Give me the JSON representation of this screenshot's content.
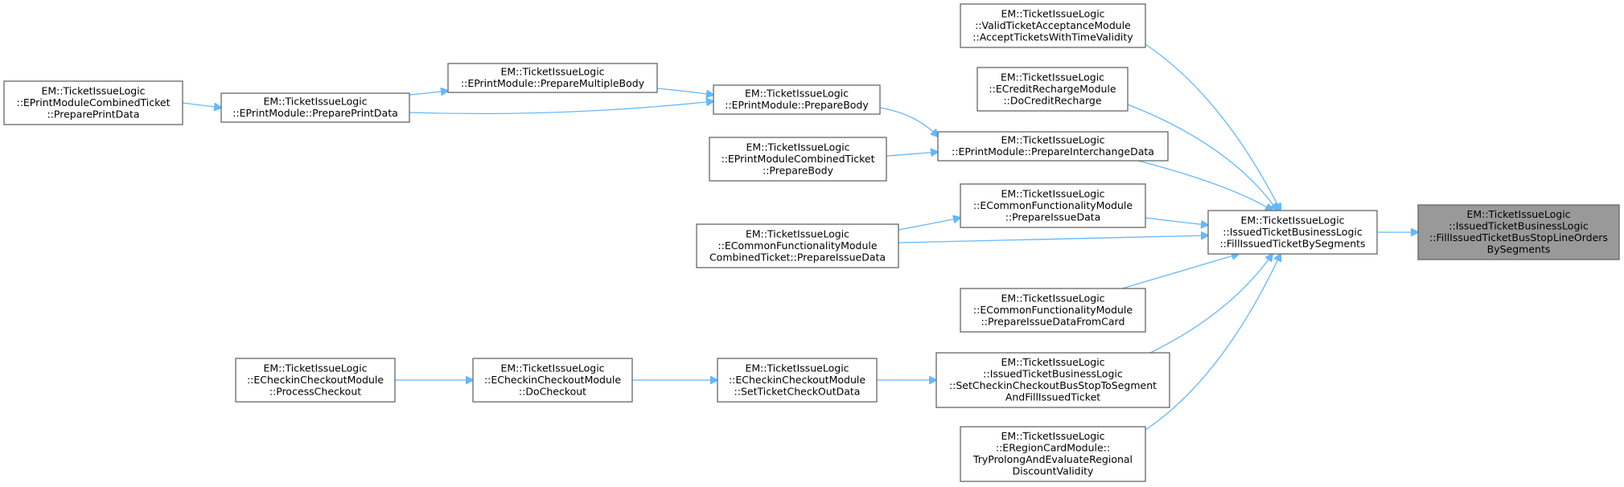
{
  "nodes": {
    "root": [
      "EM::TicketIssueLogic",
      "::IssuedTicketBusinessLogic",
      "::FillIssuedTicketBusStopLineOrders",
      "BySegments"
    ],
    "fill_by_segments": [
      "EM::TicketIssueLogic",
      "::IssuedTicketBusinessLogic",
      "::FillIssuedTicketBySegments"
    ],
    "accept_tickets": [
      "EM::TicketIssueLogic",
      "::ValidTicketAcceptanceModule",
      "::AcceptTicketsWithTimeValidity"
    ],
    "credit_recharge": [
      "EM::TicketIssueLogic",
      "::ECreditRechargeModule",
      "::DoCreditRecharge"
    ],
    "prepare_interchange": [
      "EM::TicketIssueLogic",
      "::EPrintModule::PrepareInterchangeData"
    ],
    "common_prepare_issue": [
      "EM::TicketIssueLogic",
      "::ECommonFunctionalityModule",
      "::PrepareIssueData"
    ],
    "common_prepare_issue_card": [
      "EM::TicketIssueLogic",
      "::ECommonFunctionalityModule",
      "::PrepareIssueDataFromCard"
    ],
    "set_checkin_busstop": [
      "EM::TicketIssueLogic",
      "::IssuedTicketBusinessLogic",
      "::SetCheckinCheckoutBusStopToSegment",
      "AndFillIssuedTicket"
    ],
    "region_card": [
      "EM::TicketIssueLogic",
      "::ERegionCardModule::",
      "TryProlongAndEvaluateRegional",
      "DiscountValidity"
    ],
    "print_prepare_body": [
      "EM::TicketIssueLogic",
      "::EPrintModule::PrepareBody"
    ],
    "combined_prepare_body": [
      "EM::TicketIssueLogic",
      "::EPrintModuleCombinedTicket",
      "::PrepareBody"
    ],
    "combined_prepare_issue": [
      "EM::TicketIssueLogic",
      "::ECommonFunctionalityModule",
      "CombinedTicket::PrepareIssueData"
    ],
    "set_ticket_checkout": [
      "EM::TicketIssueLogic",
      "::ECheckinCheckoutModule",
      "::SetTicketCheckOutData"
    ],
    "prepare_multiple_body": [
      "EM::TicketIssueLogic",
      "::EPrintModule::PrepareMultipleBody"
    ],
    "prepare_print_data": [
      "EM::TicketIssueLogic",
      "::EPrintModule::PreparePrintData"
    ],
    "combined_prepare_print": [
      "EM::TicketIssueLogic",
      "::EPrintModuleCombinedTicket",
      "::PreparePrintData"
    ],
    "do_checkout": [
      "EM::TicketIssueLogic",
      "::ECheckinCheckoutModule",
      "::DoCheckout"
    ],
    "process_checkout": [
      "EM::TicketIssueLogic",
      "::ECheckinCheckoutModule",
      "::ProcessCheckout"
    ]
  },
  "edges": [
    [
      "fill_by_segments",
      "root"
    ],
    [
      "accept_tickets",
      "fill_by_segments"
    ],
    [
      "credit_recharge",
      "fill_by_segments"
    ],
    [
      "prepare_interchange",
      "fill_by_segments"
    ],
    [
      "common_prepare_issue",
      "fill_by_segments"
    ],
    [
      "combined_prepare_issue",
      "fill_by_segments"
    ],
    [
      "common_prepare_issue_card",
      "fill_by_segments"
    ],
    [
      "set_checkin_busstop",
      "fill_by_segments"
    ],
    [
      "region_card",
      "fill_by_segments"
    ],
    [
      "print_prepare_body",
      "prepare_interchange"
    ],
    [
      "combined_prepare_body",
      "prepare_interchange"
    ],
    [
      "combined_prepare_issue",
      "common_prepare_issue"
    ],
    [
      "set_ticket_checkout",
      "set_checkin_busstop"
    ],
    [
      "prepare_multiple_body",
      "print_prepare_body"
    ],
    [
      "prepare_print_data",
      "print_prepare_body"
    ],
    [
      "prepare_print_data",
      "prepare_multiple_body"
    ],
    [
      "combined_prepare_print",
      "prepare_print_data"
    ],
    [
      "do_checkout",
      "set_ticket_checkout"
    ],
    [
      "process_checkout",
      "do_checkout"
    ]
  ],
  "colors": {
    "edge": "#63b8ff",
    "root_fill": "#999999",
    "node_fill": "#ffffff",
    "border": "#666666"
  }
}
